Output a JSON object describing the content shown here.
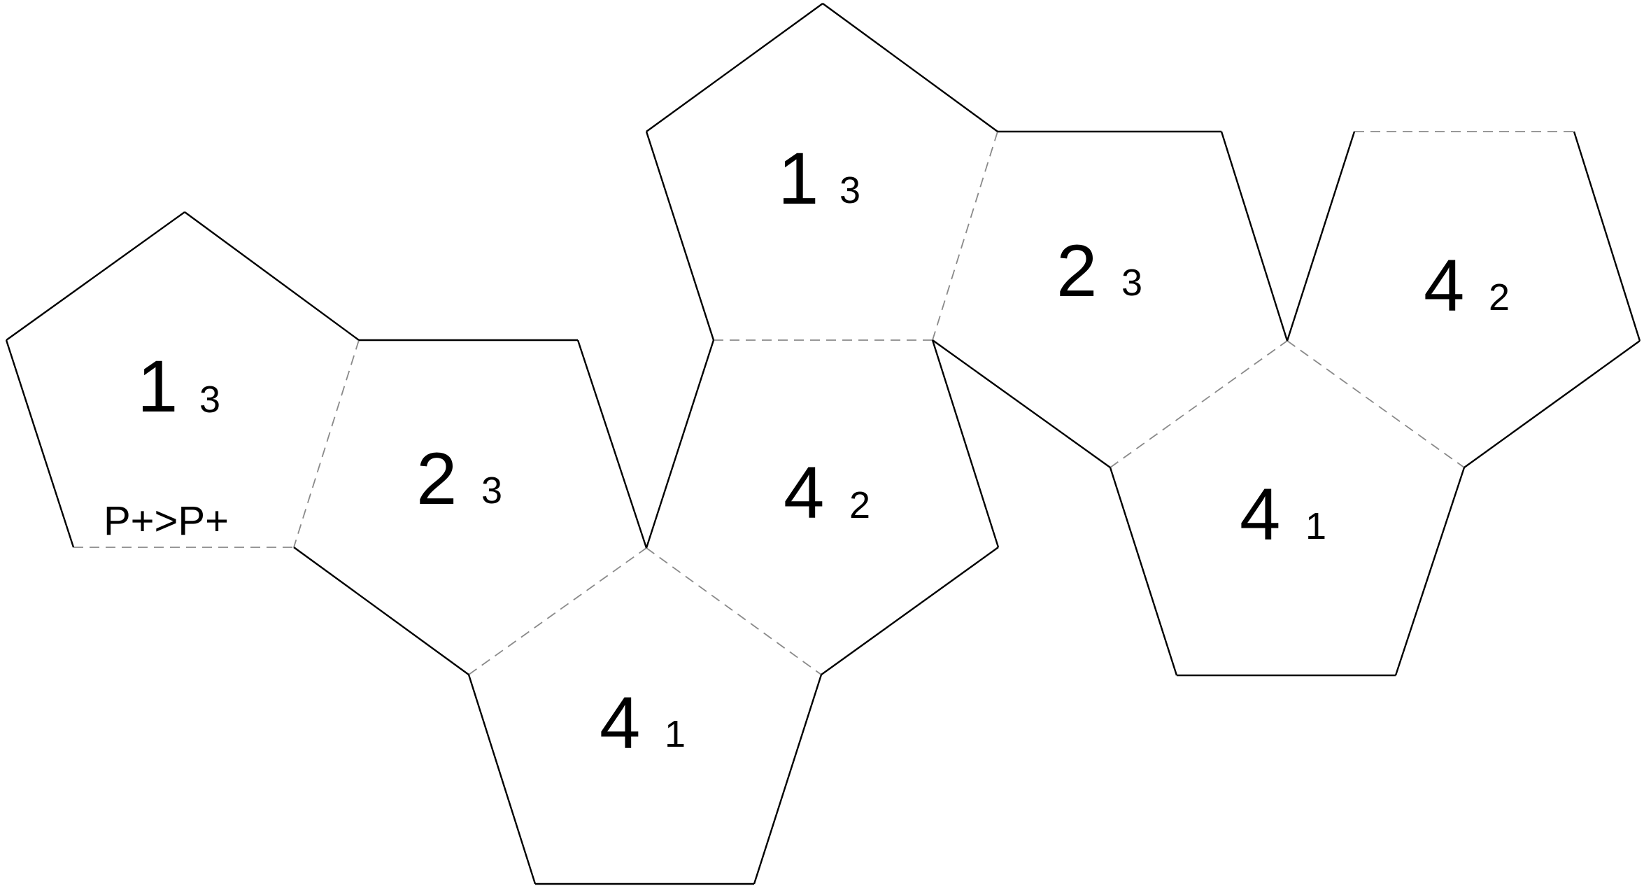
{
  "faces": [
    {
      "id": "left-1",
      "main": "1",
      "sub": "3",
      "note": "P+>P+"
    },
    {
      "id": "left-2",
      "main": "2",
      "sub": "3"
    },
    {
      "id": "left-4-top",
      "main": "4",
      "sub": "2"
    },
    {
      "id": "left-4-bottom",
      "main": "4",
      "sub": "1"
    },
    {
      "id": "right-1",
      "main": "1",
      "sub": "3"
    },
    {
      "id": "right-2",
      "main": "2",
      "sub": "3"
    },
    {
      "id": "right-4-top",
      "main": "4",
      "sub": "2"
    },
    {
      "id": "right-4-bottom",
      "main": "4",
      "sub": "1"
    }
  ],
  "colors": {
    "cut_edge": "#000000",
    "fold_edge": "#8a8a8a",
    "background": "#ffffff"
  }
}
